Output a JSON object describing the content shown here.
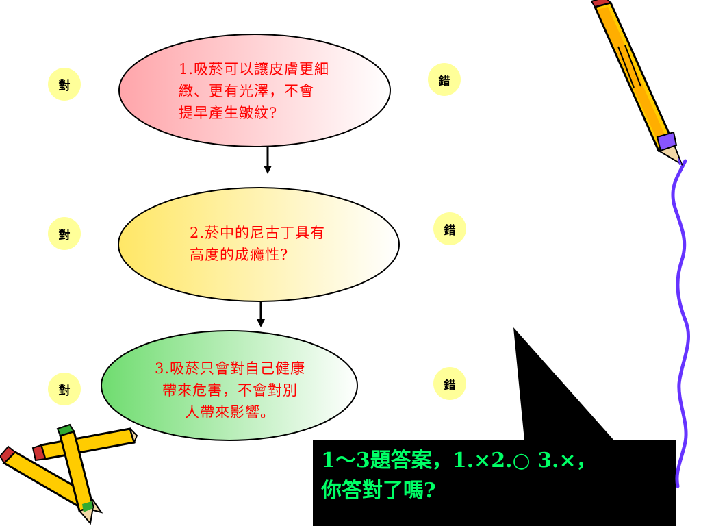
{
  "questions": [
    {
      "text": "1.吸菸可以讓皮膚更細\n緻、更有光澤，不會\n提早產生皺紋?",
      "fill": "#ffb6b9"
    },
    {
      "text": "2.菸中的尼古丁具有\n高度的成癮性?",
      "fill": "#ffee77"
    },
    {
      "text": "3.吸菸只會對自己健康\n帶來危害，不會對別\n人帶來影響。",
      "fill": "#7ede7e"
    }
  ],
  "badges": {
    "true_label": "對",
    "false_label": "錯",
    "fill": "#ffff99"
  },
  "answer": {
    "line1": "1～3題答案，1.×2.○ 3.×，",
    "line2": "你答對了嗎?"
  },
  "colors": {
    "question_text": "#ff0000",
    "answer_text": "#00ff66",
    "callout_bg": "#000000",
    "squiggle": "#6633ff",
    "pencil_body": "#ffcc00"
  },
  "icons": [
    "pencil-icon",
    "crossed-pencils-icon"
  ]
}
